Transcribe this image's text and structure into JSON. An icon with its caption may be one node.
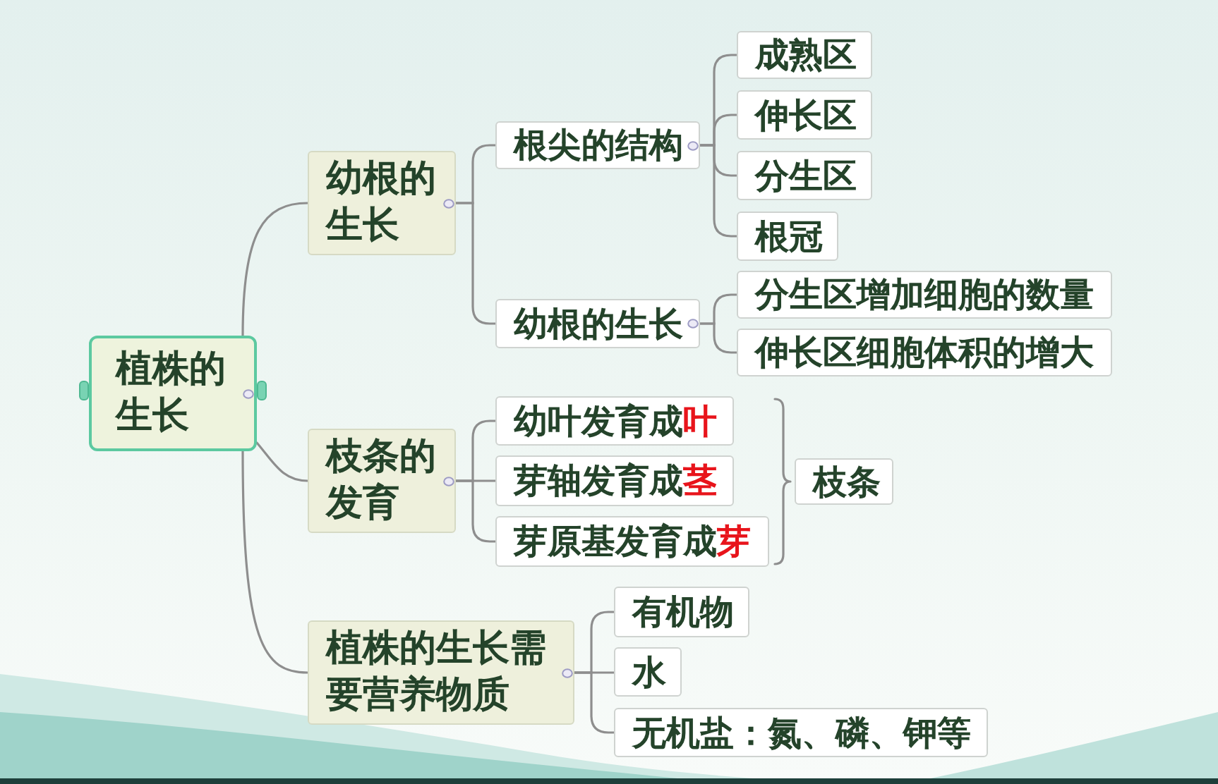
{
  "diagram": {
    "nodes": [
      {
        "text": [
          "植株的生长"
        ]
      },
      {
        "text": [
          "幼根的生长"
        ]
      },
      {
        "text": [
          "根尖的结构"
        ]
      },
      {
        "text": [
          "幼根的生长"
        ]
      },
      {
        "text": [
          "成熟区"
        ]
      },
      {
        "text": [
          "伸长区"
        ]
      },
      {
        "text": [
          "分生区"
        ]
      },
      {
        "text": [
          "根冠"
        ]
      },
      {
        "text": [
          "分生区增加细胞的数量"
        ]
      },
      {
        "text": [
          "伸长区细胞体积的增大"
        ]
      },
      {
        "text": [
          "枝条的发育"
        ]
      },
      {
        "text": [
          "幼叶发育成**叶**"
        ]
      },
      {
        "text": [
          "芽轴发育成**茎**"
        ]
      },
      {
        "text": [
          "芽原基发育成**芽**"
        ]
      },
      {
        "text": [
          "枝条"
        ]
      },
      {
        "text": [
          "植株的生长需要营养物质"
        ]
      },
      {
        "text": [
          "有机物"
        ]
      },
      {
        "text": [
          "水"
        ]
      },
      {
        "text": [
          "无机盐：氮、磷、钾等"
        ]
      }
    ],
    "edges": [
      {
        "from": 0,
        "to": 1,
        "arrow": "none"
      },
      {
        "from": 0,
        "to": 10,
        "arrow": "none"
      },
      {
        "from": 0,
        "to": 15,
        "arrow": "none"
      },
      {
        "from": 1,
        "to": 2,
        "arrow": "none"
      },
      {
        "from": 1,
        "to": 3,
        "arrow": "none"
      },
      {
        "from": 2,
        "to": 4,
        "arrow": "none"
      },
      {
        "from": 2,
        "to": 5,
        "arrow": "none"
      },
      {
        "from": 2,
        "to": 6,
        "arrow": "none"
      },
      {
        "from": 2,
        "to": 7,
        "arrow": "none"
      },
      {
        "from": 3,
        "to": 8,
        "arrow": "none"
      },
      {
        "from": 3,
        "to": 9,
        "arrow": "none"
      },
      {
        "from": 10,
        "to": 11,
        "arrow": "none"
      },
      {
        "from": 10,
        "to": 12,
        "arrow": "none"
      },
      {
        "from": 10,
        "to": 13,
        "arrow": "none"
      },
      {
        "from": 15,
        "to": 16,
        "arrow": "none"
      },
      {
        "from": 15,
        "to": 17,
        "arrow": "none"
      },
      {
        "from": 15,
        "to": 18,
        "arrow": "none"
      }
    ]
  }
}
